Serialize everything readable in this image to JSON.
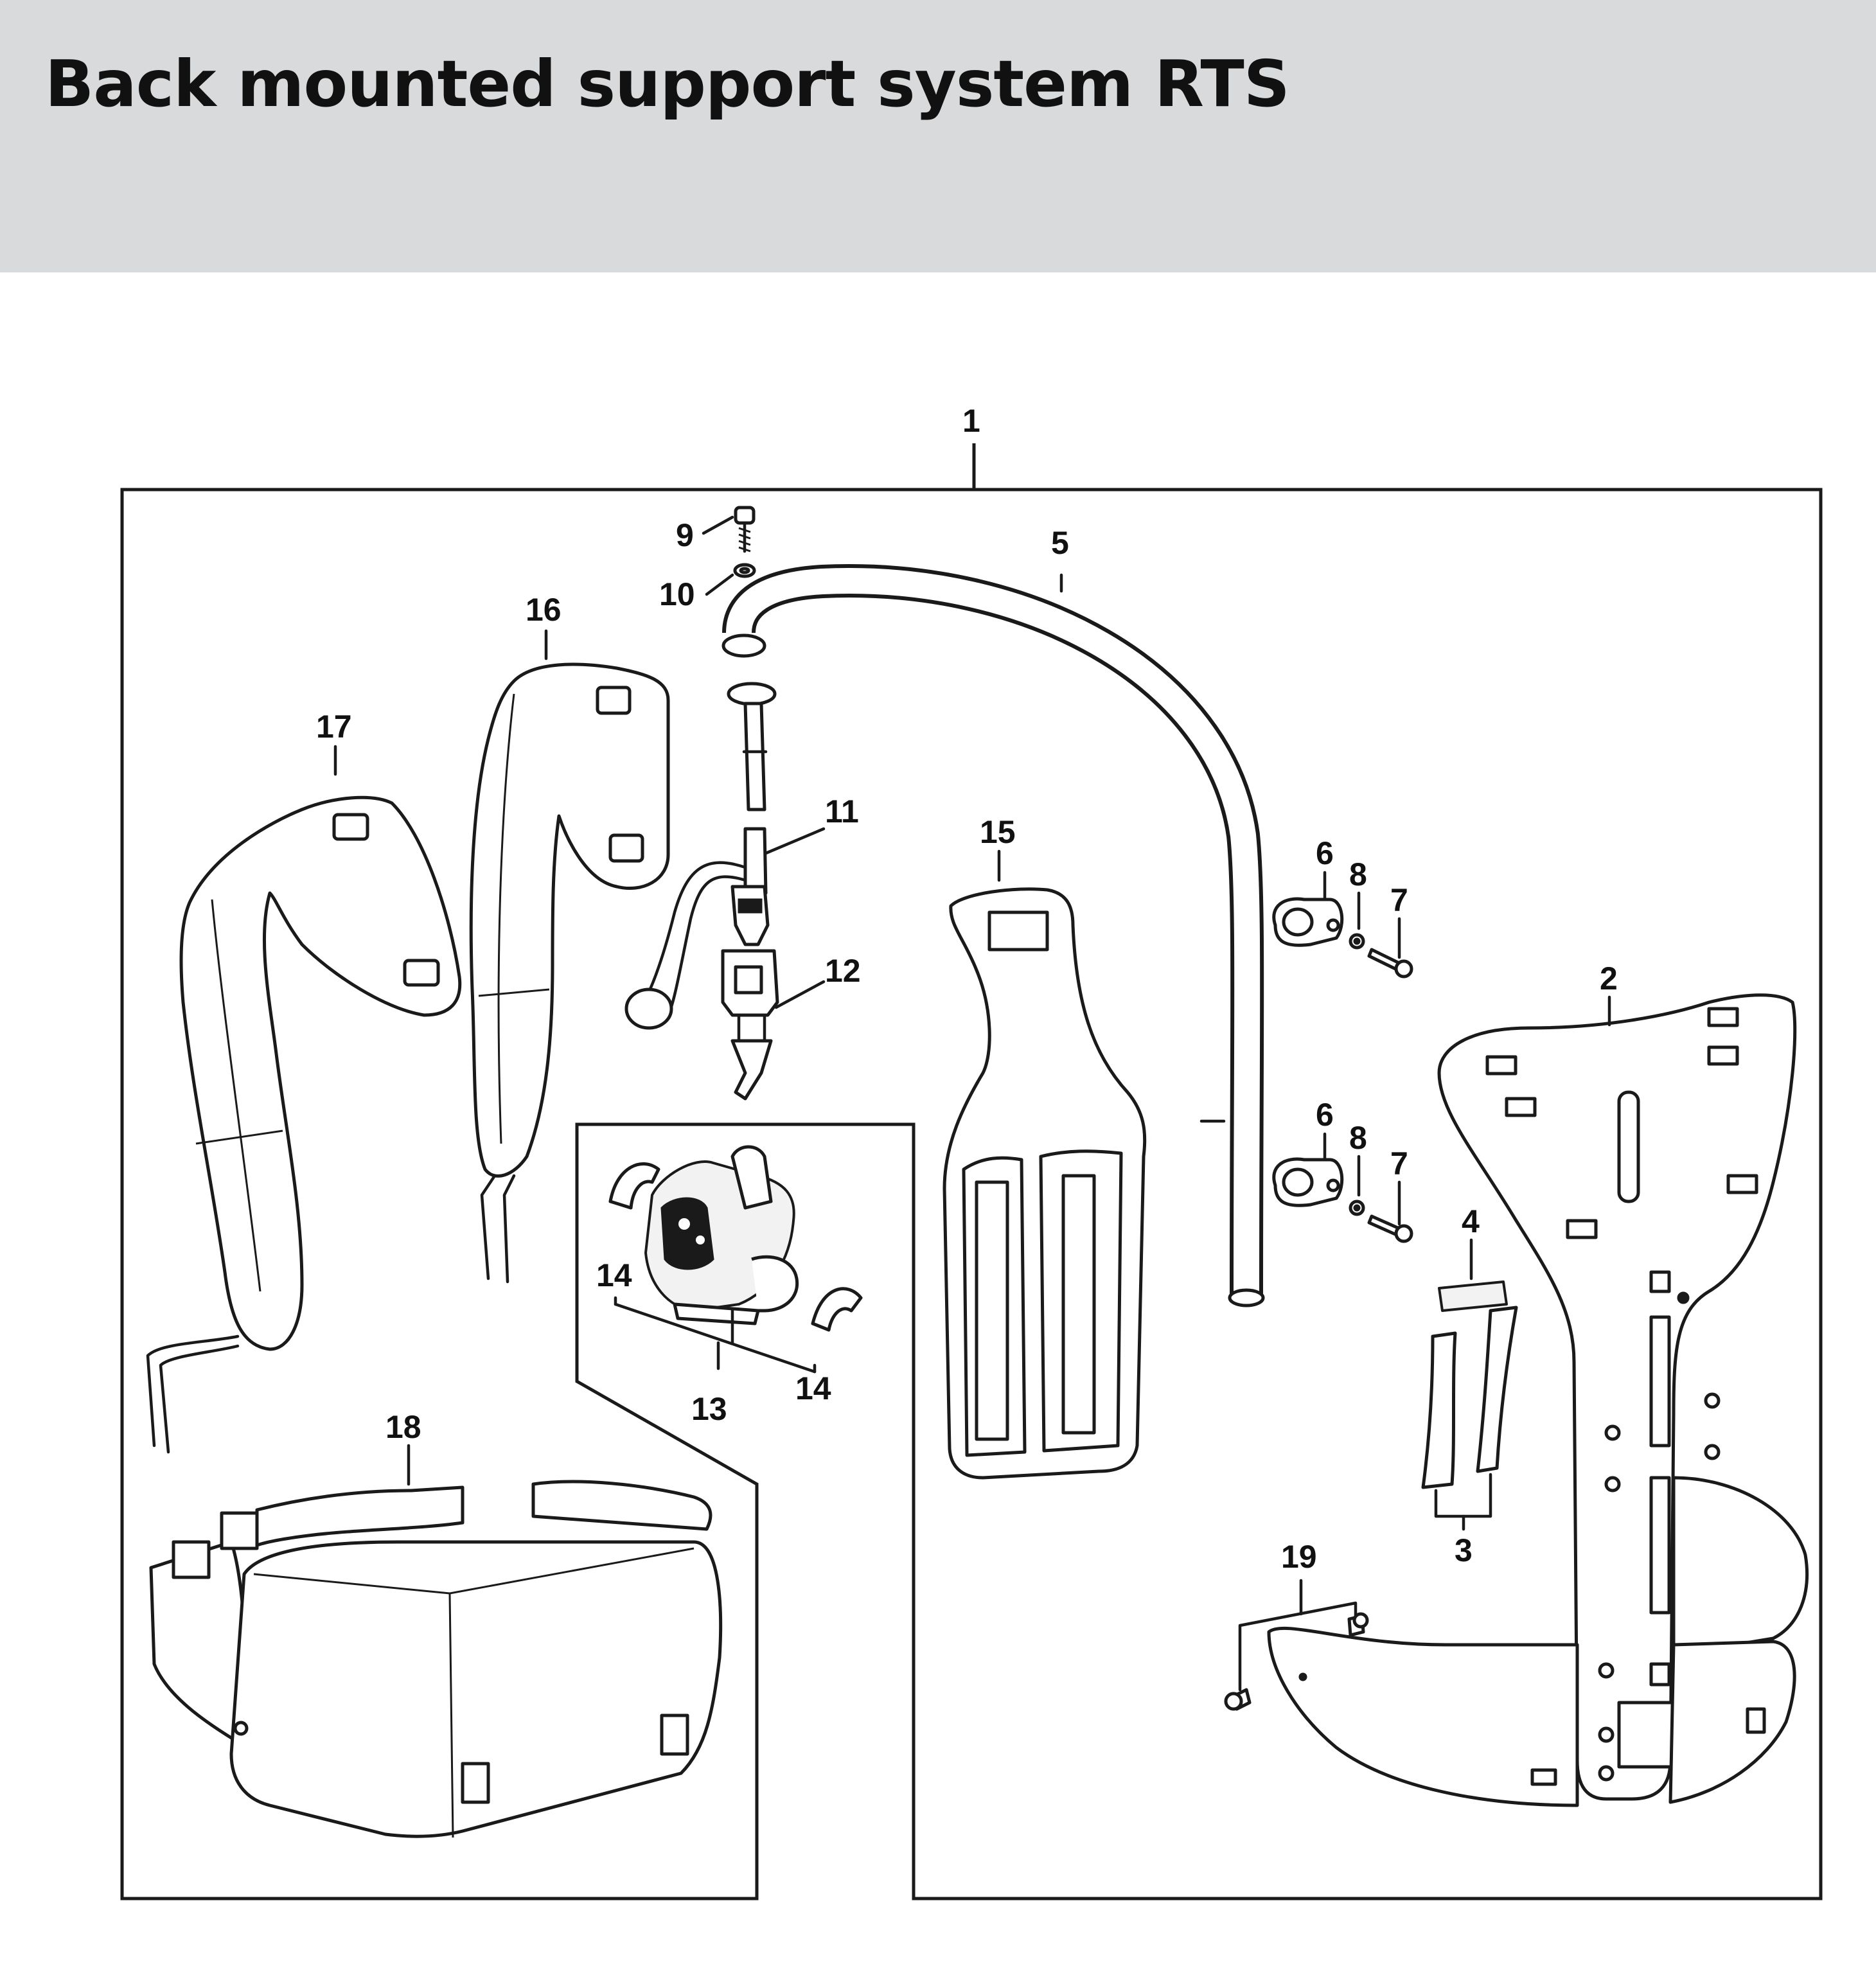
{
  "header": {
    "title": "Back mounted support system RTS",
    "background": "#d9dadb"
  },
  "diagram": {
    "callouts": {
      "c1": "1",
      "c2": "2",
      "c3": "3",
      "c4": "4",
      "c5": "5",
      "c6a": "6",
      "c6b": "6",
      "c7a": "7",
      "c7b": "7",
      "c8a": "8",
      "c8b": "8",
      "c9": "9",
      "c10": "10",
      "c11": "11",
      "c12": "12",
      "c13": "13",
      "c14a": "14",
      "c14b": "14",
      "c15": "15",
      "c16": "16",
      "c17": "17",
      "c18": "18",
      "c19": "19"
    }
  }
}
